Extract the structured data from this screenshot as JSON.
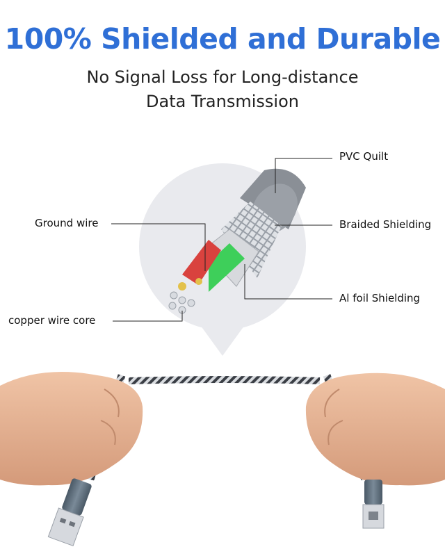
{
  "header": {
    "title": "100% Shielded and Durable",
    "subtitle_line1": "No Signal Loss for Long-distance",
    "subtitle_line2": "Data Transmission"
  },
  "callouts": {
    "pvc": "PVC Quilt",
    "ground": "Ground wire",
    "braided": "Braided Shielding",
    "foil": "Al foil Shielding",
    "copper": "copper wire core"
  },
  "colors": {
    "title": "#2f6fd6",
    "bubble": "#e9eaee",
    "jacket": "#8a8f96",
    "braid": "#c8ccd2",
    "green_wire": "#3ecf5a",
    "red_wire": "#d9423e",
    "cable_dark": "#2c3036",
    "skin": "#e8b898",
    "usb_shell": "#5a6a78"
  }
}
